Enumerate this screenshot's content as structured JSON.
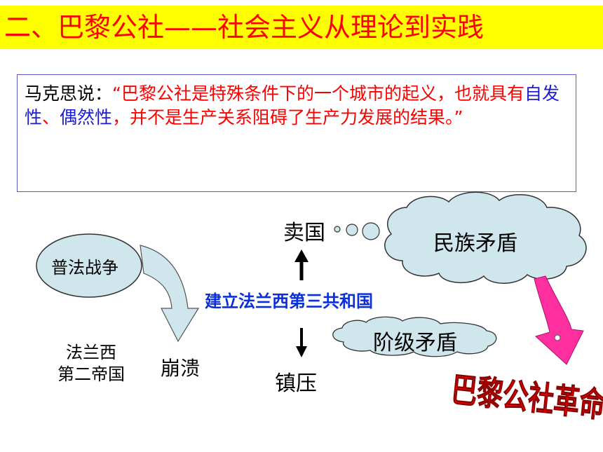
{
  "title": "二、巴黎公社——社会主义从理论到实践",
  "quote": {
    "lead": "马克思说：",
    "part1": "“巴黎公社是特殊条件下的一个城市的起义，也就具有",
    "kw1": "自发性",
    "sep": "、",
    "kw2": "偶然性",
    "part2": "，并不是生产关系阻碍了生产力发展的结果。”"
  },
  "diagram": {
    "war": "普法战争",
    "empire": "法兰西\n第二帝国",
    "collapse": "崩溃",
    "republic": "建立法兰西第三共和国",
    "betray": "卖国",
    "suppress": "镇压",
    "national_conflict": "民族矛盾",
    "class_conflict": "阶级矛盾",
    "result": "巴黎公社革命"
  },
  "colors": {
    "title_bg": "#ffff00",
    "title_text": "#ff0000",
    "cloud_fill": "#cfe6ec",
    "arrow_pink": "#ff2fa0",
    "republic_text": "#0b2fd9"
  }
}
